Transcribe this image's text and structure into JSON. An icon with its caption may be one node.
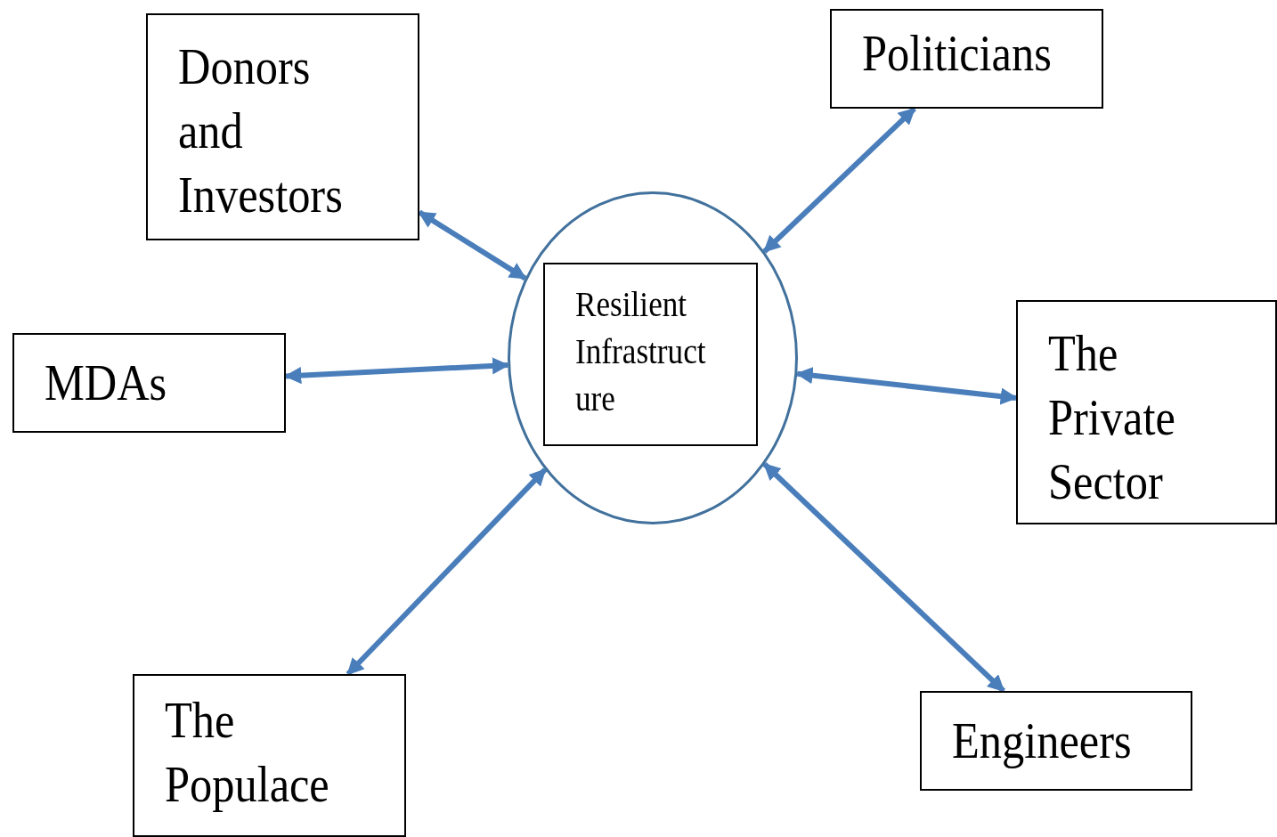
{
  "diagram": {
    "nodes": [
      {
        "text": [
          "Donors and Investors"
        ]
      },
      {
        "text": [
          "Politicians"
        ]
      },
      {
        "text": [],
        "shape": "circle"
      },
      {
        "text": [
          "Resilient Infrastruct ure"
        ],
        "in": 2
      },
      {
        "text": [
          "MDAs"
        ]
      },
      {
        "text": [
          "The Private Sector"
        ]
      },
      {
        "text": [
          "The Populace"
        ]
      },
      {
        "text": [
          "Engineers"
        ]
      }
    ],
    "edges": [
      {
        "from": 2,
        "to": 0,
        "arrow": "both"
      },
      {
        "from": 2,
        "to": 1,
        "arrow": "both"
      },
      {
        "from": 2,
        "to": 4,
        "arrow": "both"
      },
      {
        "from": 2,
        "to": 5,
        "arrow": "both"
      },
      {
        "from": 2,
        "to": 6,
        "arrow": "both"
      },
      {
        "from": 2,
        "to": 7,
        "arrow": "both"
      }
    ]
  }
}
